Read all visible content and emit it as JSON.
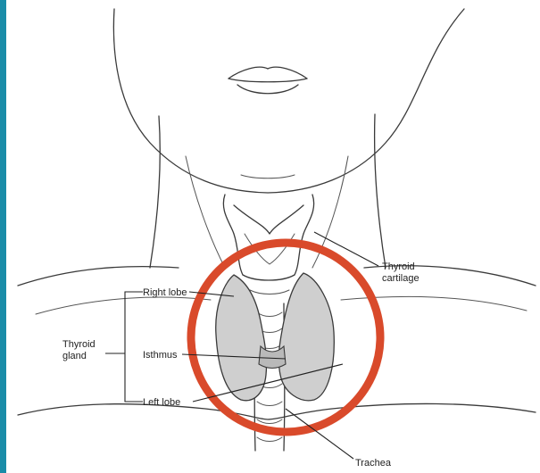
{
  "colors": {
    "frame_accent": "#1a8ca8",
    "highlight_circle": "#d94a2b",
    "gland_fill": "#cfcfcf",
    "line": "#3a3a3a"
  },
  "labels": {
    "thyroid_cartilage_line1": "Thyroid",
    "thyroid_cartilage_line2": "cartilage",
    "right_lobe": "Right lobe",
    "thyroid_gland_line1": "Thyroid",
    "thyroid_gland_line2": "gland",
    "isthmus": "Isthmus",
    "left_lobe": "Left lobe",
    "trachea": "Trachea"
  }
}
